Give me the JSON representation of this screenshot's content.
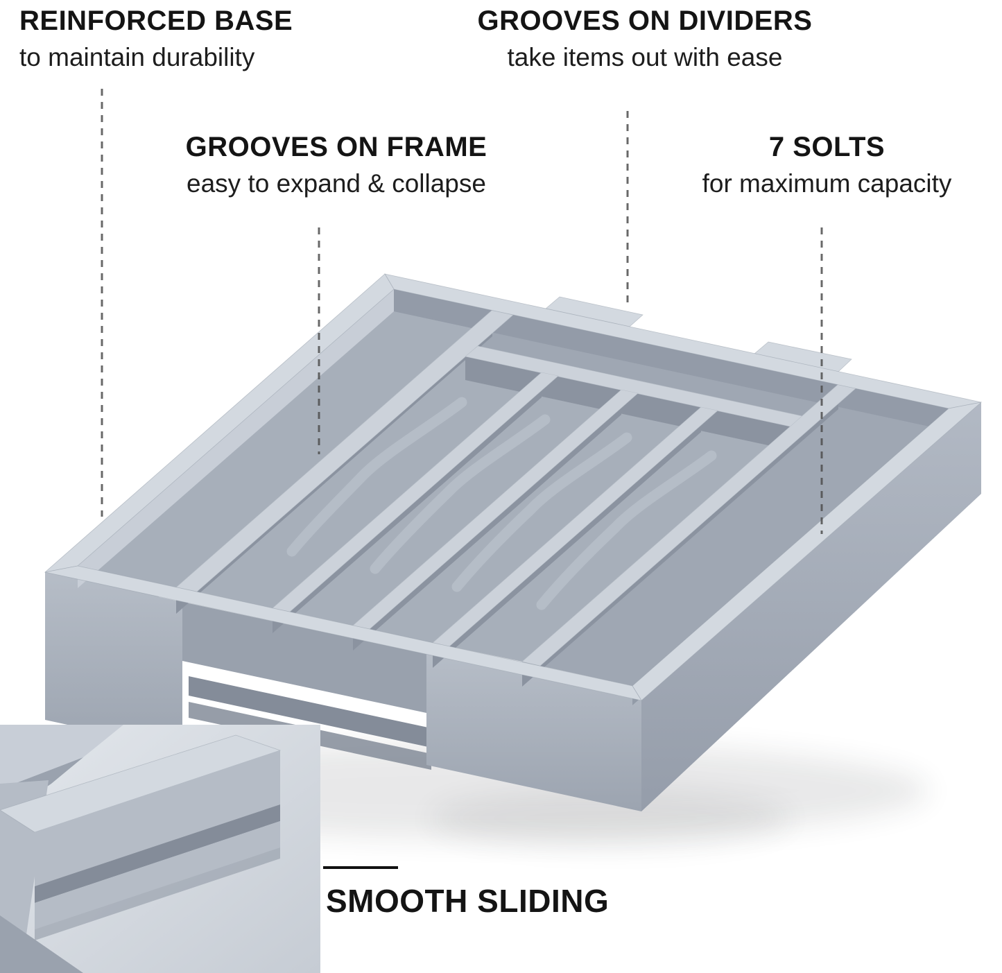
{
  "annotations": {
    "reinforced_base": {
      "title": "REINFORCED BASE",
      "subtitle": "to maintain durability"
    },
    "grooves_on_dividers": {
      "title": "GROOVES ON DIVIDERS",
      "subtitle": "take items out with ease"
    },
    "grooves_on_frame": {
      "title": "GROOVES ON FRAME",
      "subtitle": "easy to expand & collapse"
    },
    "seven_slots": {
      "title": "7 SOLTS",
      "subtitle": "for maximum capacity"
    },
    "smooth_sliding": {
      "label": "SMOOTH SLIDING"
    }
  },
  "figure": {
    "type": "annotated product photo",
    "subject": "expandable drawer organizer tray",
    "slot_count": 7,
    "palette": {
      "bg": "#ffffff",
      "text": "#141414",
      "leader": "#4d4d4d",
      "rim": "#d3d9e0",
      "divider_top": "#ccd2da",
      "floor": "#a7afba",
      "floor_dark": "#9fa7b3",
      "side_shadow": "#8b93a0",
      "wall_outer": "#b5bcc6",
      "wall_outer_dark": "#9aa2ae",
      "recess": "#99a1ad",
      "rail": "#848c99",
      "inner_light": "#c8ced7",
      "inner_dark": "#939ba8"
    }
  }
}
